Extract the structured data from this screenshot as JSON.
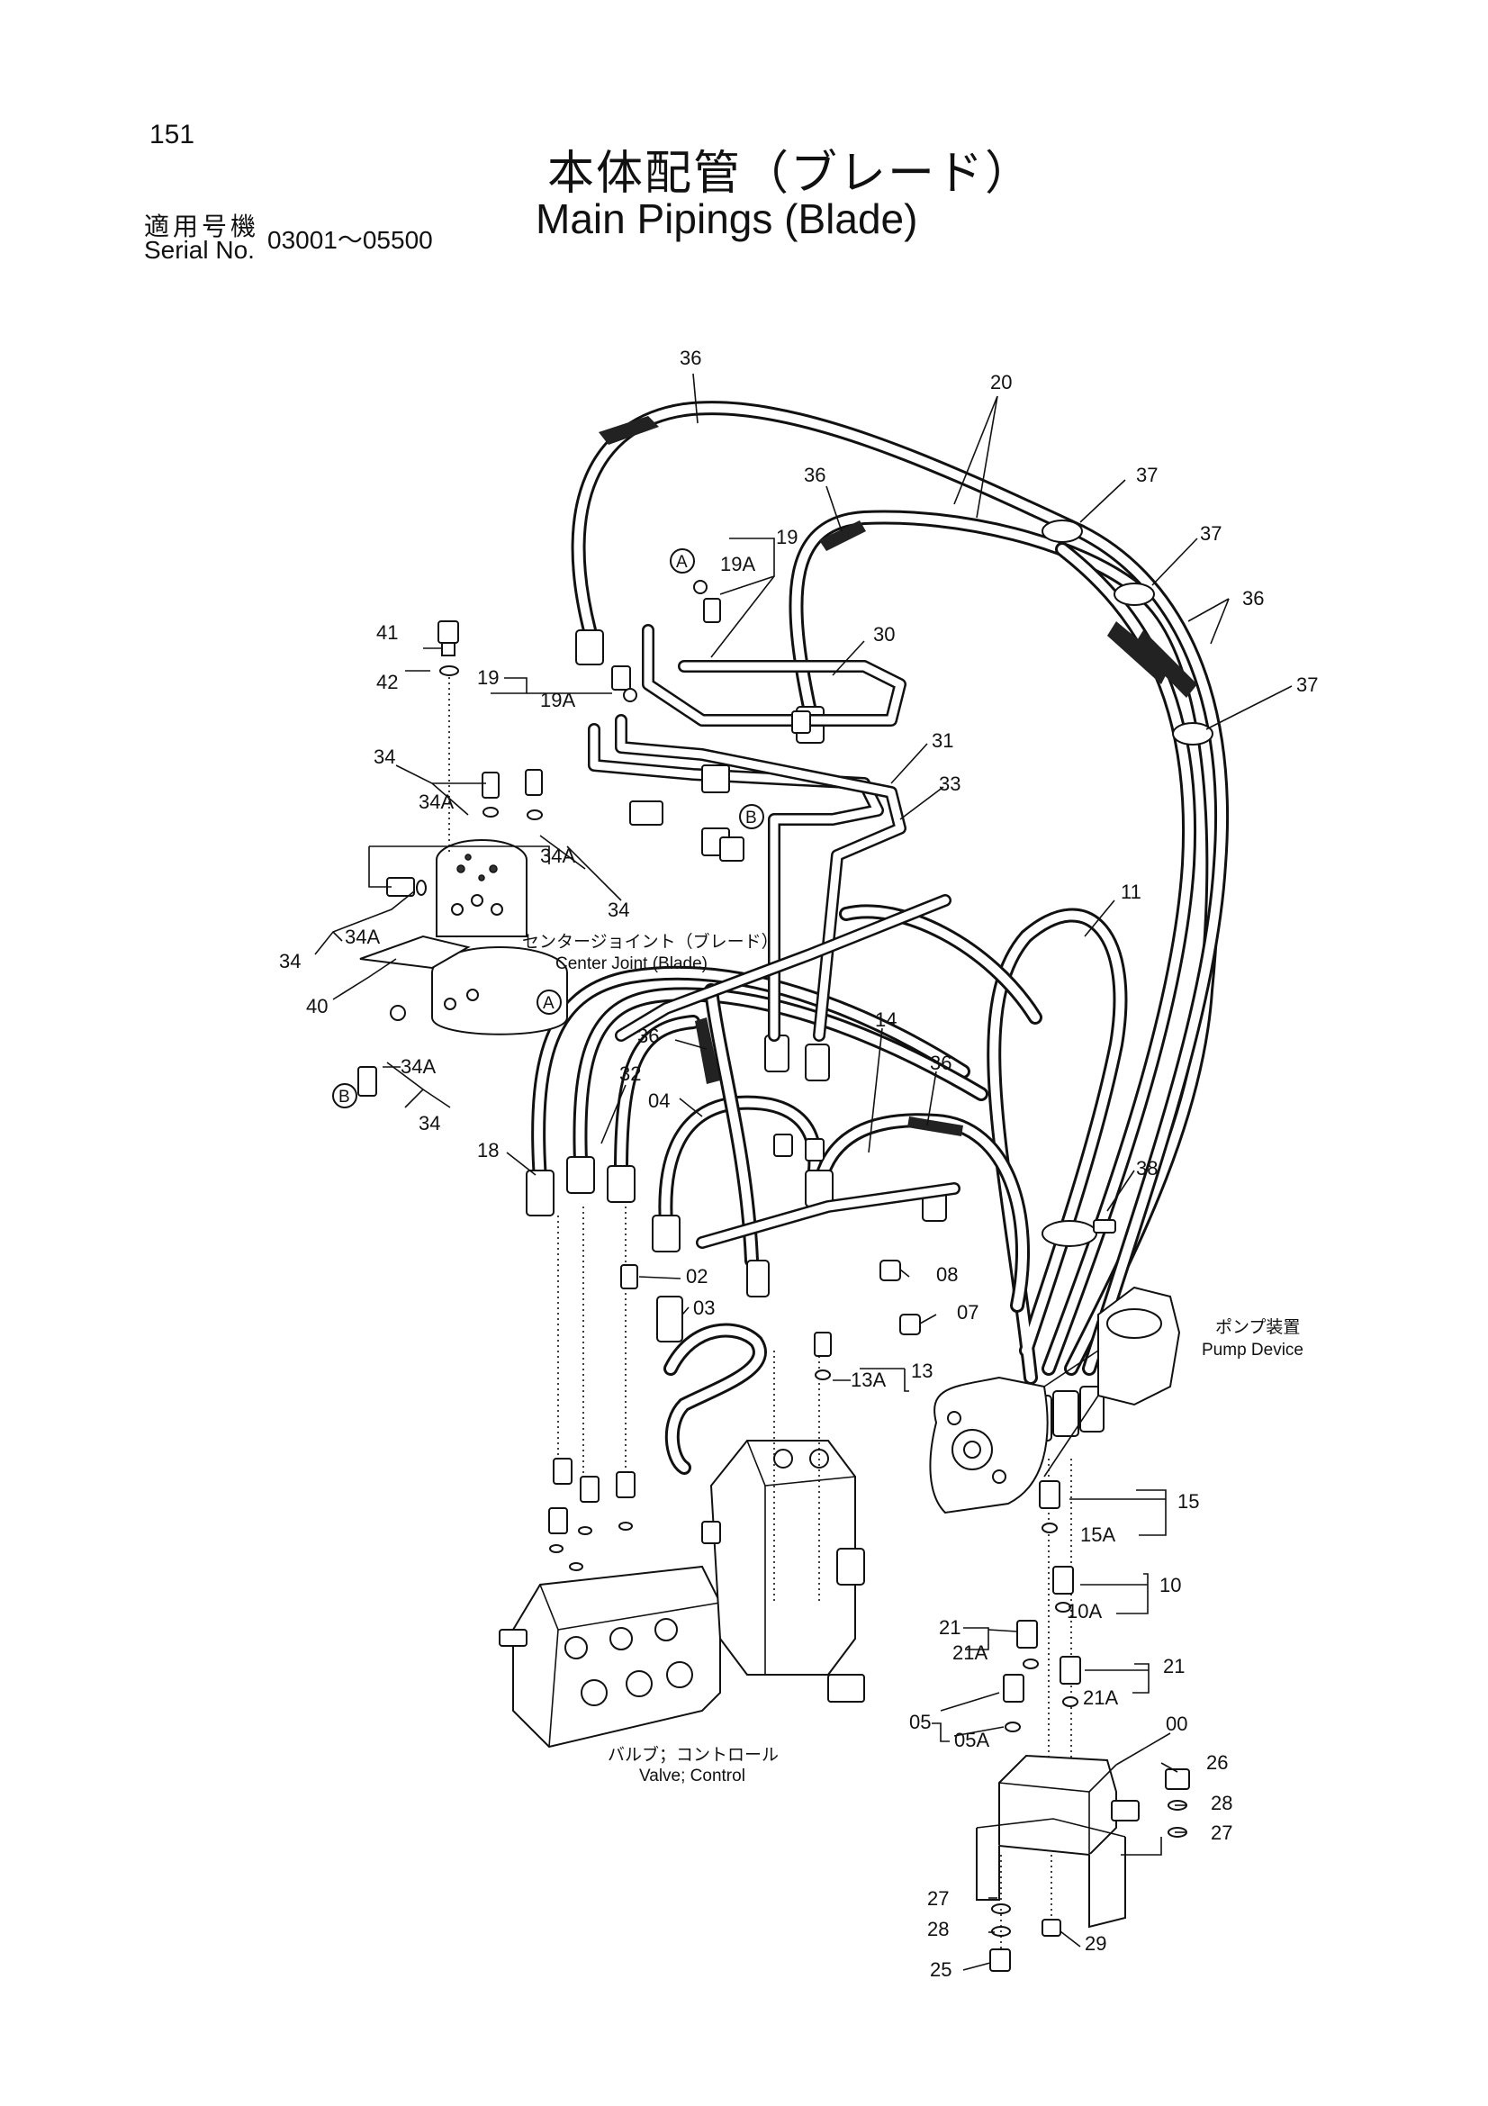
{
  "page_number": "151",
  "title_ja": "本体配管（ブレード）",
  "title_en": "Main Pipings (Blade)",
  "serial": {
    "label_ja": "適用号機",
    "label_en": "Serial No.",
    "range": "03001～05500"
  },
  "assemblies": {
    "center_joint_ja": "センタージョイント（ブレード）",
    "center_joint_en": "Center Joint (Blade)",
    "valve_ja": "バルブ；コントロール",
    "valve_en": "Valve; Control",
    "pump_ja": "ポンプ装置",
    "pump_en": "Pump Device"
  },
  "callouts": [
    {
      "id": "c36a",
      "text": "36"
    },
    {
      "id": "c20",
      "text": "20"
    },
    {
      "id": "c36b",
      "text": "36"
    },
    {
      "id": "c37a",
      "text": "37"
    },
    {
      "id": "c37b",
      "text": "37"
    },
    {
      "id": "c36c",
      "text": "36"
    },
    {
      "id": "c37c",
      "text": "37"
    },
    {
      "id": "cA1",
      "text": "A"
    },
    {
      "id": "c19a",
      "text": "19"
    },
    {
      "id": "c19Aa",
      "text": "19A"
    },
    {
      "id": "c30",
      "text": "30"
    },
    {
      "id": "c41",
      "text": "41"
    },
    {
      "id": "c42",
      "text": "42"
    },
    {
      "id": "c19b",
      "text": "19"
    },
    {
      "id": "c19Ab",
      "text": "19A"
    },
    {
      "id": "c31",
      "text": "31"
    },
    {
      "id": "c33",
      "text": "33"
    },
    {
      "id": "c34a",
      "text": "34"
    },
    {
      "id": "c34Aa",
      "text": "34A"
    },
    {
      "id": "c34Ab",
      "text": "34A"
    },
    {
      "id": "cB1",
      "text": "B"
    },
    {
      "id": "c34b",
      "text": "34"
    },
    {
      "id": "c11",
      "text": "11"
    },
    {
      "id": "c34Ac",
      "text": "34A"
    },
    {
      "id": "c34c",
      "text": "34"
    },
    {
      "id": "c40",
      "text": "40"
    },
    {
      "id": "cA2",
      "text": "A"
    },
    {
      "id": "c34Ad",
      "text": "34A"
    },
    {
      "id": "cB2",
      "text": "B"
    },
    {
      "id": "c34d",
      "text": "34"
    },
    {
      "id": "c36d",
      "text": "36"
    },
    {
      "id": "c14",
      "text": "14"
    },
    {
      "id": "c32",
      "text": "32"
    },
    {
      "id": "c36e",
      "text": "36"
    },
    {
      "id": "c04",
      "text": "04"
    },
    {
      "id": "c18",
      "text": "18"
    },
    {
      "id": "c38",
      "text": "38"
    },
    {
      "id": "c02",
      "text": "02"
    },
    {
      "id": "c08",
      "text": "08"
    },
    {
      "id": "c03",
      "text": "03"
    },
    {
      "id": "c07",
      "text": "07"
    },
    {
      "id": "c13A",
      "text": "13A"
    },
    {
      "id": "c13",
      "text": "13"
    },
    {
      "id": "c15",
      "text": "15"
    },
    {
      "id": "c15A",
      "text": "15A"
    },
    {
      "id": "c10",
      "text": "10"
    },
    {
      "id": "c10A",
      "text": "10A"
    },
    {
      "id": "c21a",
      "text": "21"
    },
    {
      "id": "c21Aa",
      "text": "21A"
    },
    {
      "id": "c21b",
      "text": "21"
    },
    {
      "id": "c21Ab",
      "text": "21A"
    },
    {
      "id": "c05",
      "text": "05"
    },
    {
      "id": "c05A",
      "text": "05A"
    },
    {
      "id": "c00",
      "text": "00"
    },
    {
      "id": "c26",
      "text": "26"
    },
    {
      "id": "c28a",
      "text": "28"
    },
    {
      "id": "c27a",
      "text": "27"
    },
    {
      "id": "c27b",
      "text": "27"
    },
    {
      "id": "c28b",
      "text": "28"
    },
    {
      "id": "c29",
      "text": "29"
    },
    {
      "id": "c25",
      "text": "25"
    }
  ]
}
